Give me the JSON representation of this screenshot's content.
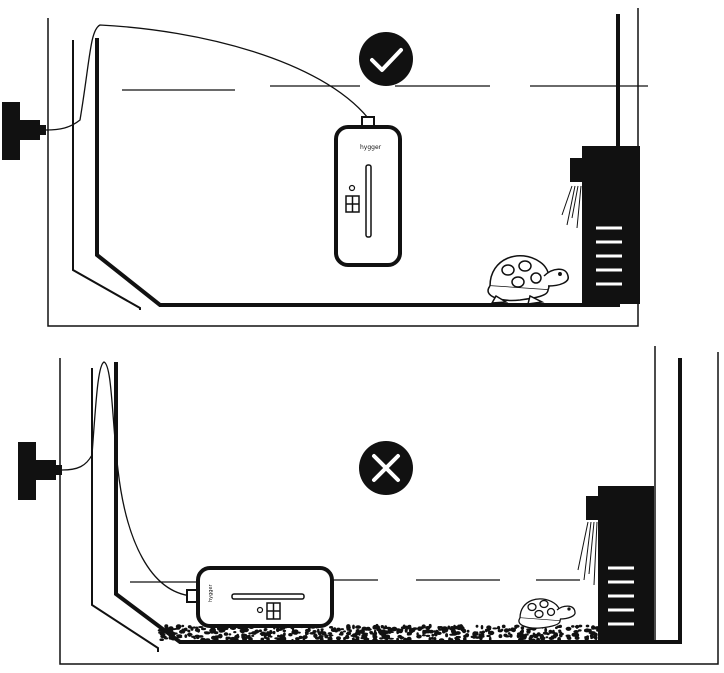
{
  "panels": [
    {
      "id": "top",
      "verdict": "correct",
      "verdict_icon": "check-icon",
      "heater_orientation": "vertical",
      "heater_location": "submerged-mid-water",
      "substrate": false,
      "brand_text": "hygger"
    },
    {
      "id": "bottom",
      "verdict": "incorrect",
      "verdict_icon": "cross-icon",
      "heater_orientation": "horizontal",
      "heater_location": "lying-on-gravel",
      "substrate": true,
      "brand_text": "hygger"
    }
  ],
  "colors": {
    "ink": "#111111",
    "background": "#ffffff",
    "badge_fill": "#111111",
    "badge_mark": "#ffffff"
  }
}
